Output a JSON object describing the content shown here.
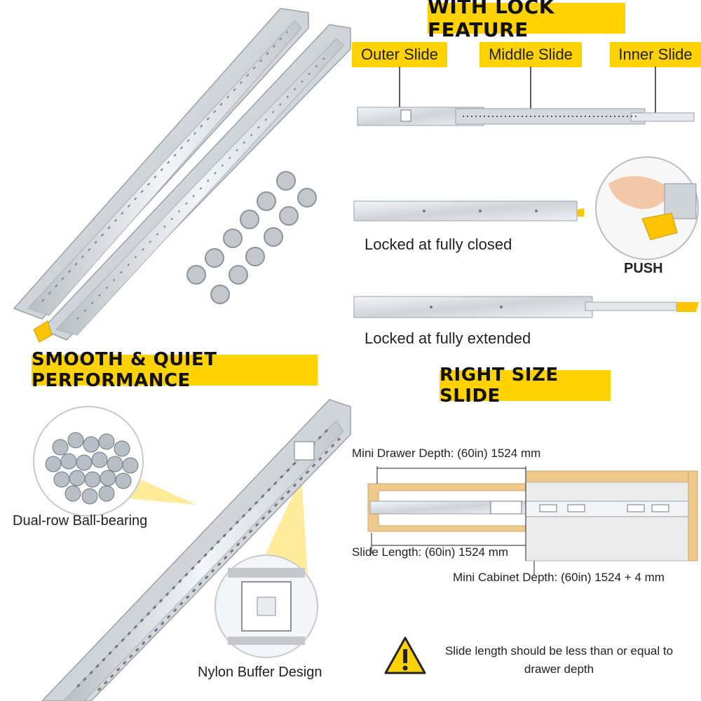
{
  "lock_section": {
    "title": "WITH LOCK FEATURE",
    "labels": {
      "outer": "Outer Slide",
      "middle": "Middle Slide",
      "inner": "Inner Slide"
    },
    "push_label": "PUSH",
    "locked_closed": "Locked at fully closed",
    "locked_extended": "Locked at fully extended"
  },
  "performance_section": {
    "title": "SMOOTH & QUIET PERFORMANCE",
    "ball_bearing_label": "Dual-row Ball-bearing",
    "nylon_buffer_label": "Nylon Buffer Design"
  },
  "size_section": {
    "title": "RIGHT SIZE SLIDE",
    "drawer_depth": "Mini Drawer Depth: (60in) 1524 mm",
    "slide_length": "Slide Length: (60in) 1524 mm",
    "cabinet_depth": "Mini Cabinet Depth: (60in) 1524 + 4 mm",
    "note": "Slide length should be less than or equal to drawer depth"
  },
  "colors": {
    "accent": "#ffd200",
    "steel": "#d9dde2",
    "wood": "#efc98a"
  },
  "icons": [
    "warning-icon",
    "hand-push-icon",
    "ball-bearing-icon",
    "nylon-buffer-icon",
    "screw-icon"
  ]
}
